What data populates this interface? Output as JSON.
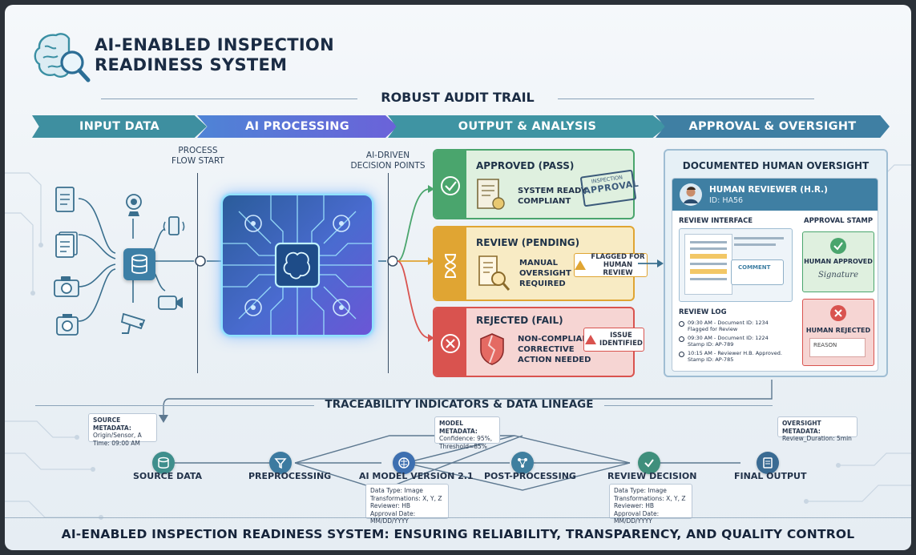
{
  "header": {
    "title_line1": "AI-ENABLED INSPECTION",
    "title_line2": "READINESS SYSTEM",
    "subtitle": "ROBUST AUDIT TRAIL"
  },
  "stages": [
    "INPUT DATA",
    "AI PROCESSING",
    "OUTPUT & ANALYSIS",
    "APPROVAL & OVERSIGHT"
  ],
  "flow": {
    "process_flow_start": "PROCESS\nFLOW START",
    "decision_points": "AI-DRIVEN\nDECISION POINTS"
  },
  "outputs": {
    "approved": {
      "title": "APPROVED (PASS)",
      "text": "SYSTEM READY\nCOMPLIANT",
      "stamp": "APPROVAL",
      "stamp_small": "INSPECTION"
    },
    "review": {
      "title": "REVIEW (PENDING)",
      "text": "MANUAL\nOVERSIGHT\nREQUIRED",
      "flag": "FLAGGED FOR\nHUMAN REVIEW"
    },
    "rejected": {
      "title": "REJECTED (FAIL)",
      "text": "NON-COMPLIANT\nCORRECTIVE\nACTION NEEDED",
      "issue": "ISSUE\nIDENTIFIED"
    }
  },
  "oversight": {
    "title": "DOCUMENTED HUMAN OVERSIGHT",
    "reviewer_name": "HUMAN REVIEWER (H.R.)",
    "reviewer_id": "ID: HA56",
    "review_interface": "REVIEW INTERFACE",
    "approval_stamp": "APPROVAL STAMP",
    "comment": "COMMENT",
    "human_approved": "HUMAN APPROVED",
    "signature": "Signature",
    "human_rejected": "HUMAN REJECTED",
    "reason": "REASON",
    "review_log_title": "REVIEW LOG",
    "log": [
      "09:30 AM - Document ID: 1234\nFlagged for Review",
      "09:30 AM - Document ID: 1224\nStamp ID: AP-789",
      "10:15 AM - Reviewer H.B. Approved.\nStamp ID: AP-785"
    ]
  },
  "lineage": {
    "title": "TRACEABILITY INDICATORS & DATA LINEAGE",
    "nodes": [
      {
        "label": "SOURCE DATA",
        "icon": "database-icon",
        "color": "#3e8e8c"
      },
      {
        "label": "PREPROCESSING",
        "icon": "filter-icon",
        "color": "#3c7aa0"
      },
      {
        "label": "AI MODEL VERSION 2.1",
        "icon": "brain-icon",
        "color": "#3d6fb0"
      },
      {
        "label": "POST-PROCESSING",
        "icon": "network-icon",
        "color": "#3f7f9f"
      },
      {
        "label": "REVIEW DECISION",
        "icon": "check-icon",
        "color": "#3f8f7c"
      },
      {
        "label": "FINAL OUTPUT",
        "icon": "document-icon",
        "color": "#3a6b93"
      }
    ],
    "meta_source": {
      "title": "SOURCE METADATA:",
      "lines": [
        "Origin/Sensor, A",
        "Time: 09:00 AM"
      ]
    },
    "meta_model": {
      "title": "MODEL METADATA:",
      "lines": [
        "Confidence: 95%,",
        "Threshold=85%"
      ]
    },
    "meta_oversight": {
      "title": "OVERSIGHT METADATA:",
      "lines": [
        "Review_Duration: 5min"
      ]
    },
    "meta_lineage_1": {
      "lines": [
        "Data Type: Image",
        "Transformations: X, Y, Z",
        "Reviewer: HB",
        "Approval Date: MM/DD/YYYY"
      ]
    },
    "meta_lineage_2": {
      "lines": [
        "Data Type: Image",
        "Transformations: X, Y, Z",
        "Reviewer: HB",
        "Approval Date: MM/DD/YYYY"
      ]
    }
  },
  "footer": "AI-ENABLED INSPECTION READINESS SYSTEM: ENSURING RELIABILITY, TRANSPARENCY, AND QUALITY CONTROL",
  "colors": {
    "stage_input": "#3e8fa0",
    "stage_ai": "#5a6fd8",
    "stage_output": "#3f94a3",
    "stage_approval": "#3f7fa3",
    "approved": "#4aa56d",
    "review": "#e0a533",
    "rejected": "#d9534f"
  }
}
